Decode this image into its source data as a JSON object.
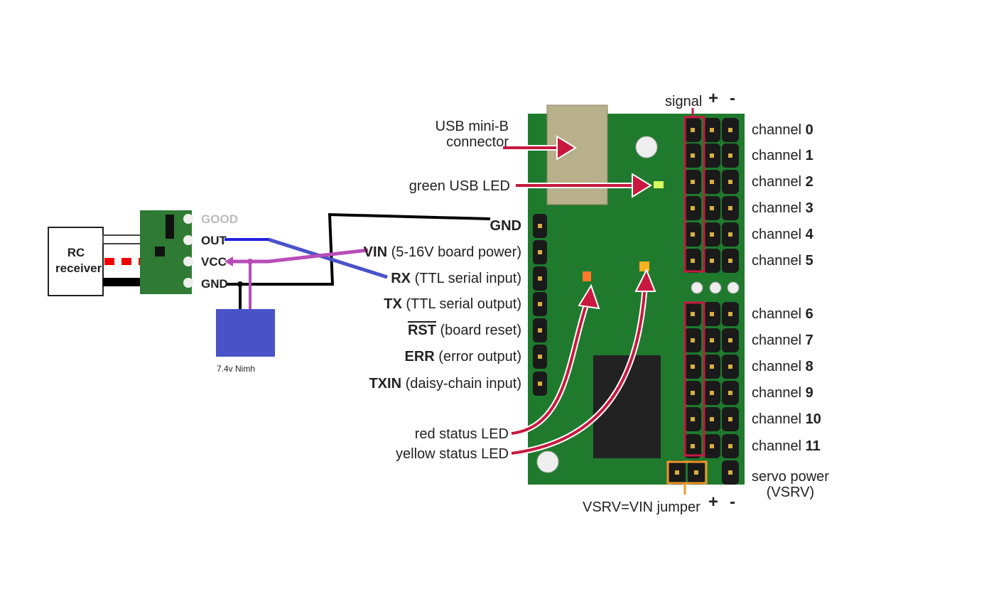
{
  "receiver": {
    "label_line1": "RC",
    "label_line2": "receiver"
  },
  "signal_board_pins": [
    "GOOD",
    "OUT",
    "VCC",
    "GND"
  ],
  "battery": {
    "label": "7.4v Nimh",
    "color": "#4a52c8"
  },
  "controller_left_pins": [
    {
      "name": "GND",
      "desc": ""
    },
    {
      "name": "VIN",
      "desc": " (5-16V board power)"
    },
    {
      "name": "RX",
      "desc": " (TTL serial input)"
    },
    {
      "name": "TX",
      "desc": " (TTL serial output)"
    },
    {
      "name": "RST",
      "desc": " (board reset)"
    },
    {
      "name": "ERR",
      "desc": " (error output)"
    },
    {
      "name": "TXIN",
      "desc": " (daisy-chain input)"
    }
  ],
  "callouts": {
    "usb_line1": "USB mini-B",
    "usb_line2": "connector",
    "green_led": "green USB LED",
    "red_led": "red status LED",
    "yellow_led": "yellow status LED",
    "jumper": "VSRV=VIN jumper"
  },
  "header_columns": {
    "signal": "signal",
    "plus": "+",
    "minus": "-"
  },
  "channels": [
    {
      "prefix": "channel ",
      "num": "0"
    },
    {
      "prefix": "channel ",
      "num": "1"
    },
    {
      "prefix": "channel ",
      "num": "2"
    },
    {
      "prefix": "channel ",
      "num": "3"
    },
    {
      "prefix": "channel ",
      "num": "4"
    },
    {
      "prefix": "channel ",
      "num": "5"
    },
    {
      "prefix": "channel ",
      "num": "6"
    },
    {
      "prefix": "channel ",
      "num": "7"
    },
    {
      "prefix": "channel ",
      "num": "8"
    },
    {
      "prefix": "channel ",
      "num": "9"
    },
    {
      "prefix": "channel ",
      "num": "10"
    },
    {
      "prefix": "channel ",
      "num": "11"
    }
  ],
  "servo_power": {
    "line1": "servo power",
    "line2": "(VSRV)"
  },
  "colors": {
    "pcb": "#1f7a2e",
    "callout": "#c8183f",
    "jumper_box": "#f0962d",
    "out_wire": "#1a1ae0",
    "vcc_wire": "#b84cb8",
    "gnd_wire": "#000000"
  }
}
